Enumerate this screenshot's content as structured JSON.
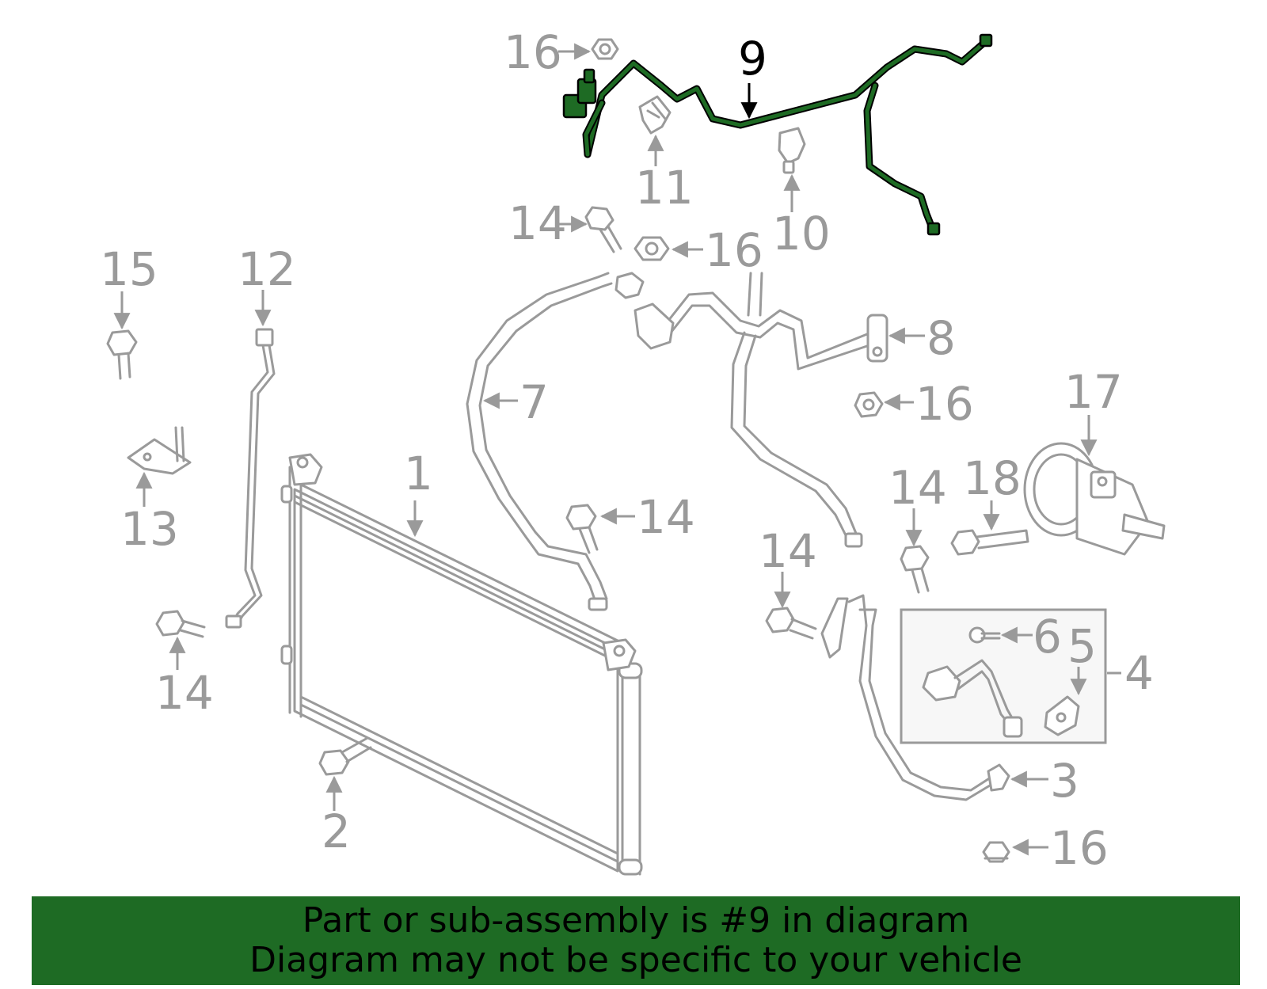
{
  "callouts": {
    "c1": "1",
    "c2": "2",
    "c3": "3",
    "c4": "4",
    "c5": "5",
    "c6": "6",
    "c7": "7",
    "c8": "8",
    "c9": "9",
    "c10": "10",
    "c11": "11",
    "c12": "12",
    "c13": "13",
    "c14": "14",
    "c15": "15",
    "c16": "16",
    "c17": "17",
    "c18": "18"
  },
  "highlighted_part": "9",
  "colors": {
    "highlight": "#1e6b24",
    "part_lines": "#9a9a9a",
    "banner": "#1e6b24"
  },
  "banner": {
    "line1": "Part or sub-assembly is #9 in diagram",
    "line2": "Diagram may not be specific to your vehicle"
  }
}
